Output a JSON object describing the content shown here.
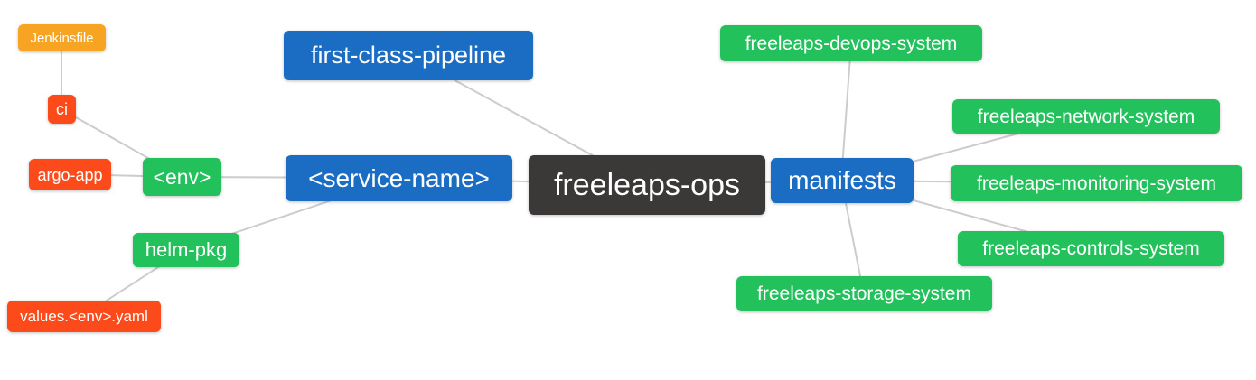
{
  "diagram": {
    "root": {
      "label": "freeleaps-ops"
    },
    "service_branch": {
      "service_name": {
        "label": "<service-name>"
      },
      "first_class_pipeline": {
        "label": "first-class-pipeline"
      },
      "env": {
        "label": "<env>"
      },
      "ci": {
        "label": "ci"
      },
      "jenkinsfile": {
        "label": "Jenkinsfile"
      },
      "argo_app": {
        "label": "argo-app"
      },
      "helm_pkg": {
        "label": "helm-pkg"
      },
      "values_file": {
        "label": "values.<env>.yaml"
      }
    },
    "manifests_branch": {
      "manifests": {
        "label": "manifests"
      },
      "systems": [
        {
          "label": "freeleaps-devops-system"
        },
        {
          "label": "freeleaps-network-system"
        },
        {
          "label": "freeleaps-monitoring-system"
        },
        {
          "label": "freeleaps-controls-system"
        },
        {
          "label": "freeleaps-storage-system"
        }
      ]
    }
  },
  "colors": {
    "canvas_bg": "#FFFFFF",
    "root_bg": "#3B3838",
    "branch_bg": "#1B6DC4",
    "leaf_green_bg": "#22C15B",
    "leaf_orange_bg": "#F7A423",
    "leaf_red_bg": "#FC4A1A",
    "edge": "#CCCCCC",
    "label_text": "#FFFFFF"
  }
}
